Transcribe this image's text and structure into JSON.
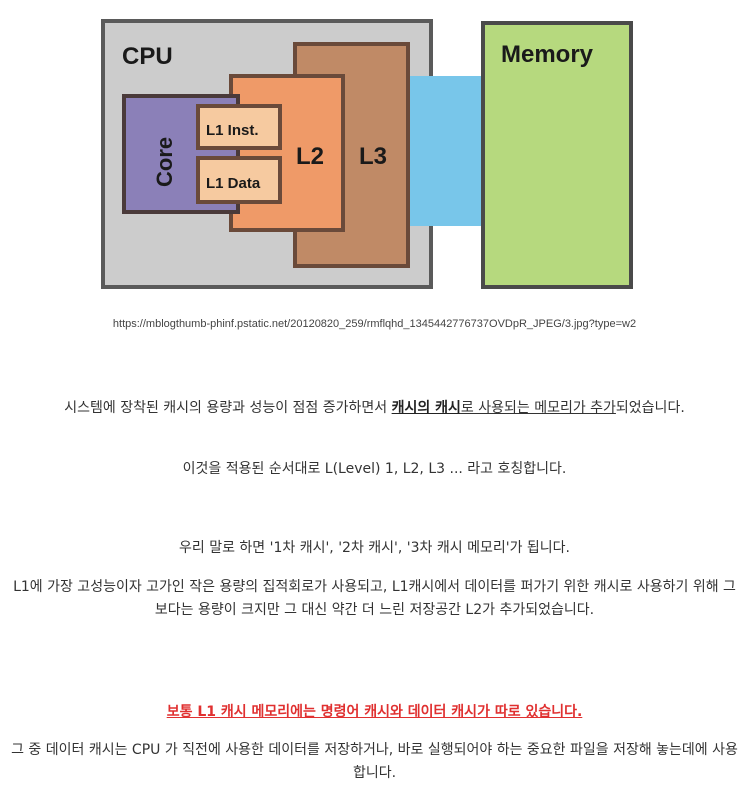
{
  "diagram": {
    "labels": {
      "cpu": "CPU",
      "memory": "Memory",
      "core": "Core",
      "l1_inst": "L1 Inst.",
      "l1_data": "L1 Data",
      "l2": "L2",
      "l3": "L3"
    },
    "colors": {
      "cpu_fill": "#cccccc",
      "cpu_border": "#5a5a5a",
      "memory_fill": "#b6d97e",
      "memory_border": "#4a4a4a",
      "l3_fill": "#c08a66",
      "l2_fill": "#ef9a68",
      "core_fill": "#8b80b8",
      "l1_fill": "#f6caa0",
      "bus_fill": "#78c6ea",
      "box_border": "#6a4a3a"
    }
  },
  "caption": "https://mblogthumb-phinf.pstatic.net/20120820_259/rmflqhd_1345442776737OVDpR_JPEG/3.jpg?type=w2",
  "paragraphs": {
    "p1": {
      "before": "시스템에 장착된 캐시의 용량과 성능이 점점 증가하면서 ",
      "bold": "캐시의 캐시",
      "under": "로 사용되는 메모리가 추가",
      "after": "되었습니다."
    },
    "p2": "이것을 적용된 순서대로 L(Level) 1, L2, L3 ... 라고 호칭합니다.",
    "p3": "우리 말로 하면 '1차 캐시', '2차 캐시', '3차 캐시 메모리'가 됩니다.",
    "p4": "L1에 가장 고성능이자 고가인 작은 용량의 집적회로가 사용되고, L1캐시에서 데이터를 퍼가기 위한 캐시로 사용하기 위해 그보다는 용량이 크지만 그 대신 약간 더 느린 저장공간 L2가 추가되었습니다.",
    "p5": "보통 L1 캐시 메모리에는 명령어 캐시와 데이터 캐시가 따로 있습니다.",
    "p6": "그 중 데이터 캐시는 CPU 가 직전에 사용한 데이터를 저장하거나, 바로 실행되어야 하는 중요한 파일을 저장해 놓는데에 사용합니다."
  }
}
